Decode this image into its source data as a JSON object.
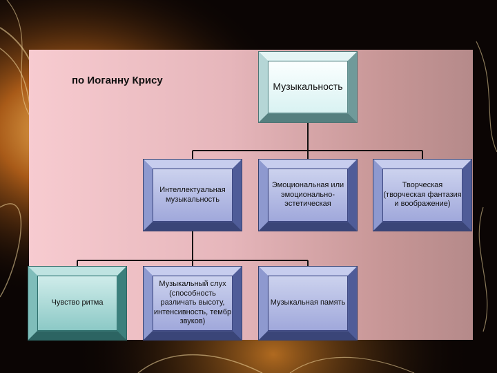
{
  "subtitle": "по Иоганну Крису",
  "nodes": {
    "root": "Музыкальность",
    "intellectual": "Интеллектуальная музыкальность",
    "emotional": "Эмоциональная или эмоционально-эстетическая",
    "creative": "Творческая (творческая фантазия и воображение)",
    "rhythm": "Чувство ритма",
    "hearing": "Музыкальный слух (способность различать высоту, интенсивность, тембр звуков)",
    "memory": "Музыкальная память"
  },
  "colors": {
    "panel": "#e6b6bb",
    "root_box": "#d9f2f2",
    "level1_box": "#a0a8db",
    "level2_box": "#8cc9c6",
    "connector": "#111111"
  }
}
